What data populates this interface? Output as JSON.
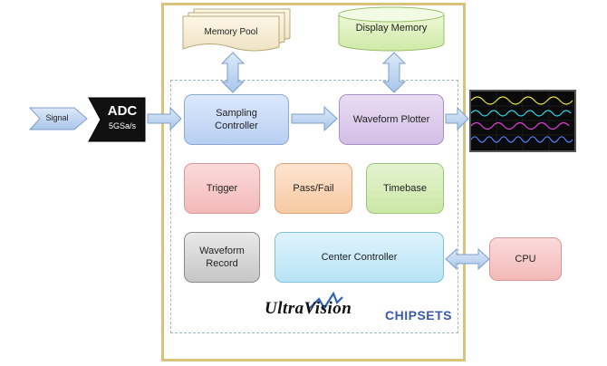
{
  "signal": {
    "label": "Signal"
  },
  "adc": {
    "title": "ADC",
    "rate": "5GSa/s"
  },
  "memory_pool": {
    "label": "Memory Pool"
  },
  "display_memory": {
    "label": "Display Memory"
  },
  "sampling_controller": {
    "label_line1": "Sampling",
    "label_line2": "Controller"
  },
  "waveform_plotter": {
    "label": "Waveform Plotter"
  },
  "trigger": {
    "label": "Trigger"
  },
  "pass_fail": {
    "label": "Pass/Fail"
  },
  "timebase": {
    "label": "Timebase"
  },
  "waveform_record": {
    "label_line1": "Waveform",
    "label_line2": "Record"
  },
  "center_controller": {
    "label": "Center Controller"
  },
  "cpu": {
    "label": "CPU"
  },
  "logos": {
    "ultravision": "UltraVision",
    "chipsets": "CHIPSETS"
  },
  "colors": {
    "frame": "#d9c37c",
    "arrow_fill": "#b9d2ee",
    "arrow_stroke": "#7d9fcb",
    "adc_fill": "#111111",
    "scope_trace_yellow": "#e8e23a",
    "scope_trace_cyan": "#36d6e6",
    "scope_trace_magenta": "#e040d8",
    "scope_trace_blue": "#4d7cff"
  }
}
